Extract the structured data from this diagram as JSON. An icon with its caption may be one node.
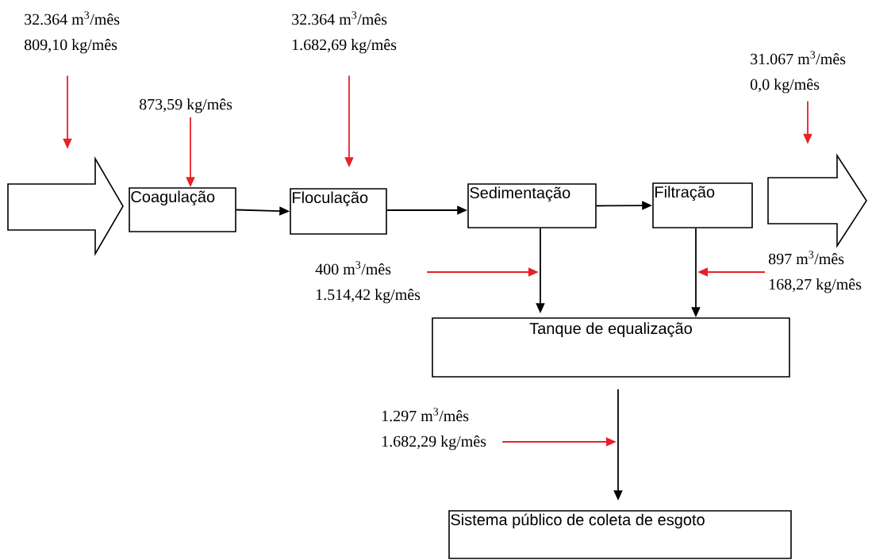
{
  "diagram": {
    "nodes": [
      {
        "text": [],
        "shape": "arrow"
      },
      {
        "text": [
          "Coagulação"
        ]
      },
      {
        "text": [
          "Floculação"
        ]
      },
      {
        "text": [
          "Sedimentação"
        ]
      },
      {
        "text": [
          "Filtração"
        ]
      },
      {
        "text": [],
        "shape": "arrow"
      },
      {
        "text": [
          "Tanque de equalização"
        ]
      },
      {
        "text": [
          "Sistema público de coleta de esgoto"
        ]
      },
      {
        "text": [
          "32.364 m$^{3}$/mês",
          "809,10 kg/mês"
        ]
      },
      {
        "text": [
          "873,59 kg/mês"
        ]
      },
      {
        "text": [
          "32.364 m$^{3}$/mês",
          "1.682,69 kg/mês"
        ]
      },
      {
        "text": [
          "31.067 m$^{3}$/mês",
          "0,0 kg/mês"
        ]
      },
      {
        "text": [
          "400 m$^{3}$/mês",
          "1.514,42 kg/mês"
        ]
      },
      {
        "text": [
          "897 m$^{3}$/mês",
          "168,27 kg/mês"
        ]
      },
      {
        "text": [
          "1.297 m$^{3}$/mês",
          "1.682,29 kg/mês"
        ]
      }
    ],
    "edges": [
      {
        "from": 1,
        "to": 2,
        "arrow": "to",
        "color": "#000000"
      },
      {
        "from": 2,
        "to": 3,
        "arrow": "to",
        "color": "#000000"
      },
      {
        "from": 3,
        "to": 4,
        "arrow": "to",
        "color": "#000000"
      },
      {
        "from": 3,
        "to": 6,
        "arrow": "to",
        "color": "#000000"
      },
      {
        "from": 4,
        "to": 6,
        "arrow": "to",
        "color": "#000000"
      },
      {
        "from": 6,
        "to": 7,
        "arrow": "to",
        "color": "#000000"
      },
      {
        "from": 8,
        "to": 0,
        "arrow": "to",
        "color": "#e8202a"
      },
      {
        "from": 9,
        "to": 1,
        "arrow": "to",
        "color": "#e8202a"
      },
      {
        "from": 10,
        "to": 2,
        "arrow": "to",
        "color": "#e8202a"
      },
      {
        "from": 11,
        "to": 5,
        "arrow": "to",
        "color": "#e8202a"
      },
      {
        "from": 12,
        "to": null,
        "arrow": "to",
        "color": "#e8202a"
      },
      {
        "from": 13,
        "to": null,
        "arrow": "to",
        "color": "#e8202a"
      },
      {
        "from": 14,
        "to": null,
        "arrow": "to",
        "color": "#e8202a"
      }
    ]
  }
}
